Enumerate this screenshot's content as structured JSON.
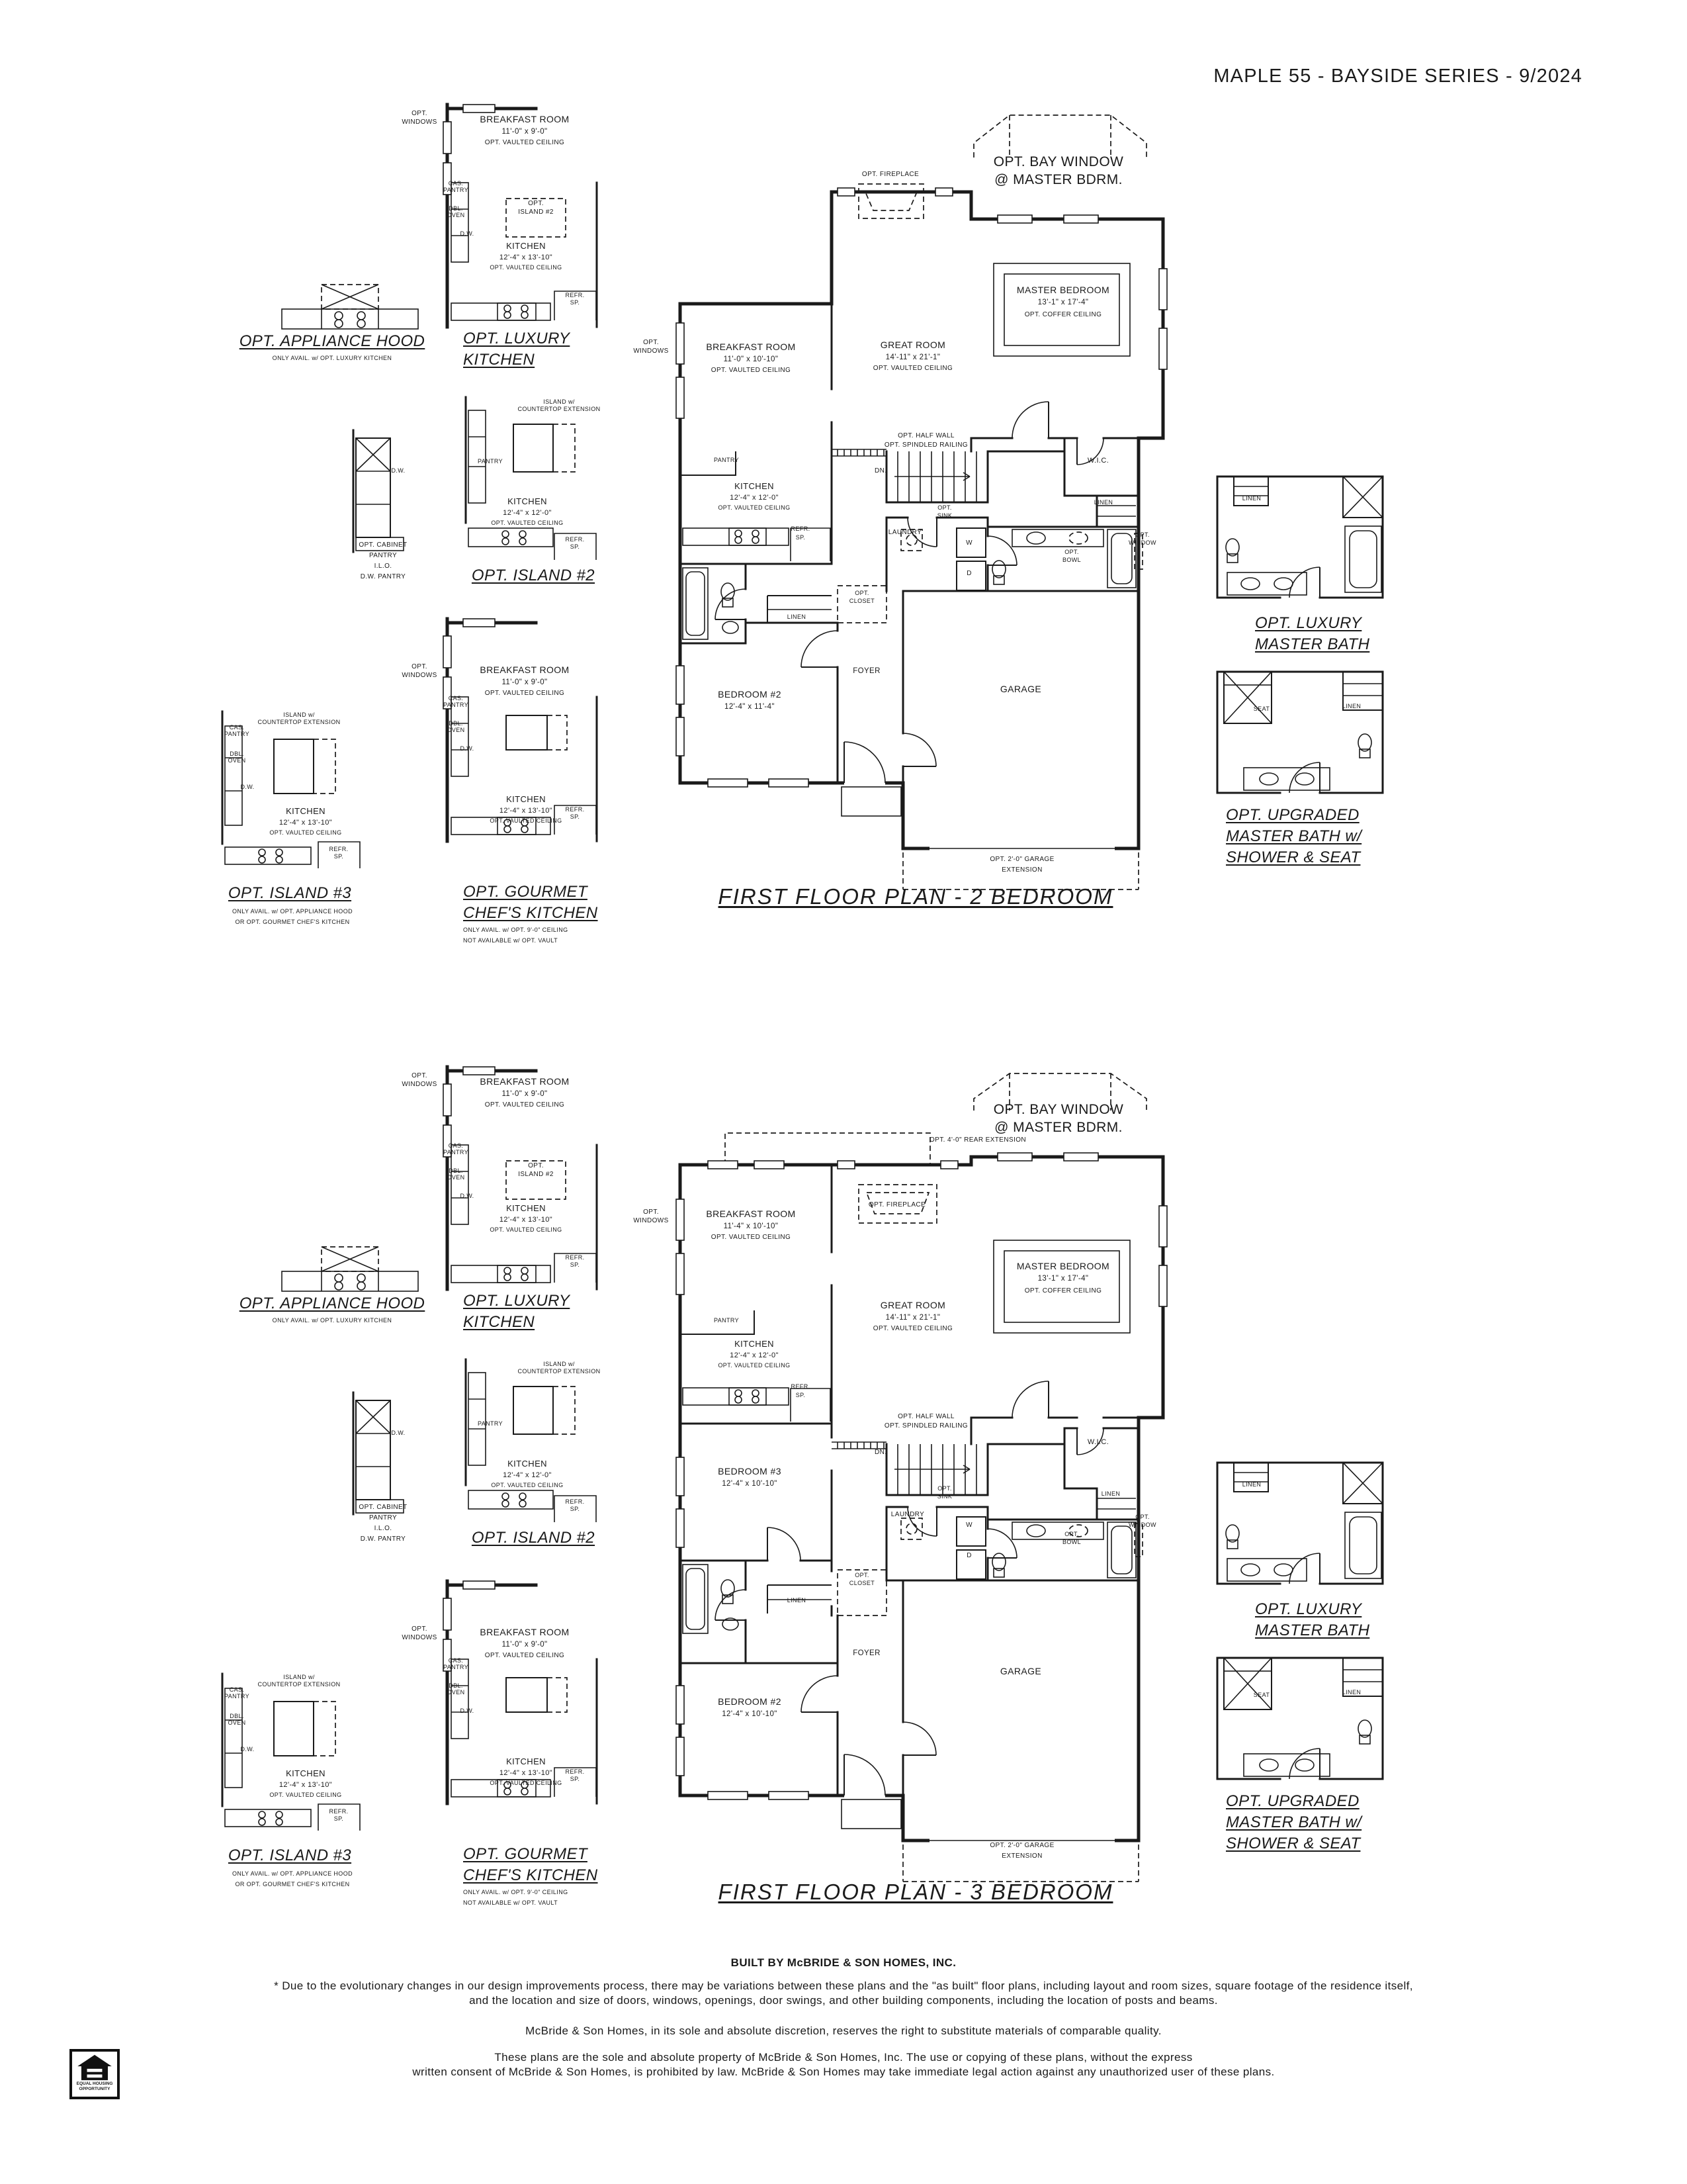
{
  "header": {
    "title": "MAPLE 55 - BAYSIDE SERIES - 9/2024"
  },
  "options": {
    "luxury_kitchen": {
      "title1": "OPT. LUXURY",
      "title2": "KITCHEN",
      "opt_windows1": "OPT.",
      "opt_windows2": "WINDOWS",
      "breakfast_name": "BREAKFAST ROOM",
      "breakfast_dims": "11'-0\" x 9'-0\"",
      "breakfast_note": "OPT. VAULTED CEILING",
      "island_ref1": "OPT.",
      "island_ref2": "ISLAND #2",
      "cab_cas1": "CAS.",
      "cab_cas2": "PANTRY",
      "cab_dbl1": "DBL.",
      "cab_dbl2": "OVEN",
      "cab_dw": "D.W.",
      "kitchen_name": "KITCHEN",
      "kitchen_dims": "12'-4\" x 13'-10\"",
      "kitchen_note": "OPT. VAULTED CEILING",
      "refr1": "REFR.",
      "refr2": "SP."
    },
    "appliance_hood": {
      "title": "OPT. APPLIANCE HOOD",
      "note": "ONLY AVAIL. w/ OPT. LUXURY KITCHEN"
    },
    "island2": {
      "title": "OPT. ISLAND #2",
      "ext1": "ISLAND w/",
      "ext2": "COUNTERTOP EXTENSION",
      "pantry": "PANTRY",
      "kitchen_name": "KITCHEN",
      "kitchen_dims": "12'-4\" x 12'-0\"",
      "kitchen_note": "OPT. VAULTED CEILING",
      "refr1": "REFR.",
      "refr2": "SP."
    },
    "cabinet_pantry": {
      "dw": "D.W.",
      "line1": "OPT. CABINET",
      "line2": "PANTRY",
      "line3": "I.L.O.",
      "line4": "D.W. PANTRY"
    },
    "island3": {
      "title": "OPT. ISLAND #3",
      "ext1": "ISLAND w/",
      "ext2": "COUNTERTOP EXTENSION",
      "cab_cas1": "CAS.",
      "cab_cas2": "PANTRY",
      "cab_dbl1": "DBL.",
      "cab_dbl2": "OVEN",
      "cab_dw": "D.W.",
      "kitchen_name": "KITCHEN",
      "kitchen_dims": "12'-4\" x 13'-10\"",
      "kitchen_note": "OPT. VAULTED CEILING",
      "refr1": "REFR.",
      "refr2": "SP.",
      "note1": "ONLY AVAIL. w/ OPT. APPLIANCE HOOD",
      "note2": "OR OPT. GOURMET CHEF'S KITCHEN"
    },
    "gourmet": {
      "title1": "OPT. GOURMET",
      "title2": "CHEF'S KITCHEN",
      "opt_windows1": "OPT.",
      "opt_windows2": "WINDOWS",
      "breakfast_name": "BREAKFAST ROOM",
      "breakfast_dims": "11'-0\" x 9'-0\"",
      "breakfast_note": "OPT. VAULTED CEILING",
      "cab_cas1": "CAS.",
      "cab_cas2": "PANTRY",
      "cab_dbl1": "DBL.",
      "cab_dbl2": "OVEN",
      "cab_dw": "D.W.",
      "kitchen_name": "KITCHEN",
      "kitchen_dims": "12'-4\" x 13'-10\"",
      "kitchen_note": "OPT. VAULTED CEILING",
      "refr1": "REFR.",
      "refr2": "SP.",
      "note1": "ONLY AVAIL. w/ OPT. 9'-0\" CEILING",
      "note2": "NOT AVAILABLE w/ OPT. VAULT"
    },
    "luxury_bath": {
      "title1": "OPT. LUXURY",
      "title2": "MASTER BATH",
      "linen": "LINEN"
    },
    "upgraded_bath": {
      "title1": "OPT. UPGRADED",
      "title2": "MASTER BATH w/",
      "title3": "SHOWER & SEAT",
      "seat": "SEAT",
      "linen": "LINEN"
    }
  },
  "plan2": {
    "title": "FIRST FLOOR PLAN - 2 BEDROOM",
    "bay1": "OPT. BAY WINDOW",
    "bay2": "@ MASTER BDRM.",
    "fireplace": "OPT. FIREPLACE",
    "opt_windows1": "OPT.",
    "opt_windows2": "WINDOWS",
    "master_name": "MASTER BEDROOM",
    "master_dims": "13'-1\" x 17'-4\"",
    "master_note": "OPT. COFFER CEILING",
    "breakfast_name": "BREAKFAST ROOM",
    "breakfast_dims": "11'-0\" x 10'-10\"",
    "breakfast_note": "OPT. VAULTED CEILING",
    "great_name": "GREAT ROOM",
    "great_dims": "14'-11\" x 21'-1\"",
    "great_note": "OPT. VAULTED CEILING",
    "half_wall1": "OPT. HALF WALL",
    "half_wall2": "OPT. SPINDLED RAILING",
    "pantry": "PANTRY",
    "kitchen_name": "KITCHEN",
    "kitchen_dims": "12'-4\" x 12'-0\"",
    "kitchen_note": "OPT. VAULTED CEILING",
    "dn": "DN.",
    "wic": "W.I.C.",
    "linen_hall": "LINEN",
    "linen_bed": "LINEN",
    "sink1": "OPT.",
    "sink2": "SINK",
    "laundry": "LAUNDRY",
    "washer": "W",
    "dryer": "D",
    "refr1": "REFR.",
    "refr2": "SP.",
    "bowl1": "OPT.",
    "bowl2": "BOWL",
    "window1": "OPT.",
    "window2": "WINDOW",
    "closet1": "OPT.",
    "closet2": "CLOSET",
    "bedroom2_name": "BEDROOM #2",
    "bedroom2_dims": "12'-4\" x 11'-4\"",
    "foyer": "FOYER",
    "garage": "GARAGE",
    "garage_ext1": "OPT. 2'-0\" GARAGE",
    "garage_ext2": "EXTENSION"
  },
  "plan3": {
    "title": "FIRST FLOOR PLAN - 3 BEDROOM",
    "bay1": "OPT. BAY WINDOW",
    "bay2": "@ MASTER BDRM.",
    "rear_ext": "OPT. 4'-0\" REAR EXTENSION",
    "fireplace": "OPT. FIREPLACE",
    "opt_windows1": "OPT.",
    "opt_windows2": "WINDOWS",
    "master_name": "MASTER BEDROOM",
    "master_dims": "13'-1\" x 17'-4\"",
    "master_note": "OPT. COFFER CEILING",
    "breakfast_name": "BREAKFAST ROOM",
    "breakfast_dims": "11'-4\" x 10'-10\"",
    "breakfast_note": "OPT. VAULTED CEILING",
    "great_name": "GREAT ROOM",
    "great_dims": "14'-11\" x 21'-1\"",
    "great_note": "OPT. VAULTED CEILING",
    "half_wall1": "OPT. HALF WALL",
    "half_wall2": "OPT. SPINDLED RAILING",
    "pantry": "PANTRY",
    "kitchen_name": "KITCHEN",
    "kitchen_dims": "12'-4\" x 12'-0\"",
    "kitchen_note": "OPT. VAULTED CEILING",
    "dn": "DN.",
    "wic": "W.I.C.",
    "linen_hall": "LINEN",
    "linen_bed": "LINEN",
    "sink1": "OPT.",
    "sink2": "SINK",
    "laundry": "LAUNDRY",
    "washer": "W",
    "dryer": "D",
    "refr1": "REFR.",
    "refr2": "SP.",
    "bowl1": "OPT.",
    "bowl2": "BOWL",
    "window1": "OPT.",
    "window2": "WINDOW",
    "closet1": "OPT.",
    "closet2": "CLOSET",
    "bedroom3_name": "BEDROOM #3",
    "bedroom3_dims": "12'-4\" x 10'-10\"",
    "bedroom2_name": "BEDROOM #2",
    "bedroom2_dims": "12'-4\" x 10'-10\"",
    "foyer": "FOYER",
    "garage": "GARAGE",
    "garage_ext1": "OPT. 2'-0\" GARAGE",
    "garage_ext2": "EXTENSION"
  },
  "footer": {
    "built_by": "BUILT BY McBRIDE & SON HOMES, INC.",
    "disclaimer1a": "* Due to the evolutionary changes in our design improvements process, there may be variations between these plans and the \"as built\" floor plans, including layout and room sizes, square footage of the residence itself,",
    "disclaimer1b": "and the location and size of doors, windows, openings, door swings, and other building components, including the location of posts and beams.",
    "disclaimer2": "McBride & Son Homes, in its sole and absolute discretion, reserves the right to substitute materials of comparable quality.",
    "disclaimer3a": "These plans are the sole and absolute property of McBride & Son Homes, Inc. The use or copying of these plans, without the express",
    "disclaimer3b": "written consent of McBride & Son Homes, is prohibited by law. McBride & Son Homes may take immediate legal action against any unauthorized user of these plans.",
    "eho1": "EQUAL HOUSING",
    "eho2": "OPPORTUNITY"
  }
}
